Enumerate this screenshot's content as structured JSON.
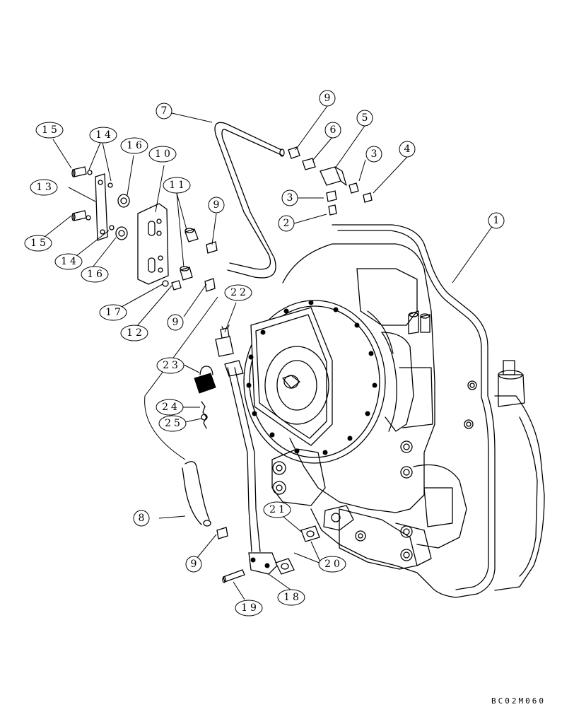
{
  "drawing_code": "BC02M060",
  "callouts": [
    {
      "id": "c1",
      "label": "1"
    },
    {
      "id": "c2",
      "label": "2"
    },
    {
      "id": "c3a",
      "label": "3"
    },
    {
      "id": "c3b",
      "label": "3"
    },
    {
      "id": "c4",
      "label": "4"
    },
    {
      "id": "c5",
      "label": "5"
    },
    {
      "id": "c6",
      "label": "6"
    },
    {
      "id": "c7",
      "label": "7"
    },
    {
      "id": "c8",
      "label": "8"
    },
    {
      "id": "c9a",
      "label": "9"
    },
    {
      "id": "c9b",
      "label": "9"
    },
    {
      "id": "c9c",
      "label": "9"
    },
    {
      "id": "c9d",
      "label": "9"
    },
    {
      "id": "c10",
      "label": "10"
    },
    {
      "id": "c11",
      "label": "11"
    },
    {
      "id": "c12",
      "label": "12"
    },
    {
      "id": "c13",
      "label": "13"
    },
    {
      "id": "c14a",
      "label": "14"
    },
    {
      "id": "c14b",
      "label": "14"
    },
    {
      "id": "c15a",
      "label": "15"
    },
    {
      "id": "c15b",
      "label": "15"
    },
    {
      "id": "c16a",
      "label": "16"
    },
    {
      "id": "c16b",
      "label": "16"
    },
    {
      "id": "c17",
      "label": "17"
    },
    {
      "id": "c18",
      "label": "18"
    },
    {
      "id": "c19",
      "label": "19"
    },
    {
      "id": "c20",
      "label": "20"
    },
    {
      "id": "c21",
      "label": "21"
    },
    {
      "id": "c22",
      "label": "22"
    },
    {
      "id": "c23",
      "label": "23"
    },
    {
      "id": "c24",
      "label": "24"
    },
    {
      "id": "c25",
      "label": "25"
    }
  ]
}
